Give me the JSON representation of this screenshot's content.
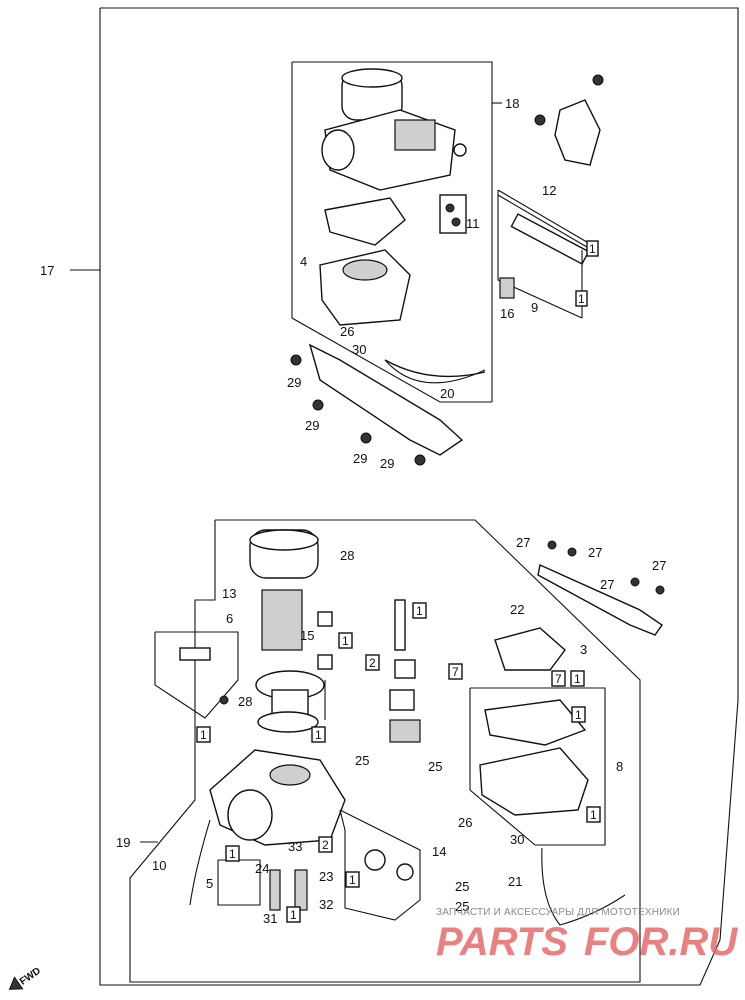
{
  "diagram": {
    "callouts": {
      "c17": "17",
      "c18": "18",
      "c12": "12",
      "c11": "11",
      "c4": "4",
      "c9": "9",
      "c16": "16",
      "c26a": "26",
      "c30a": "30",
      "c20": "20",
      "c29a": "29",
      "c29b": "29",
      "c29c": "29",
      "c29d": "29",
      "c28a": "28",
      "c13": "13",
      "c6": "6",
      "c15": "15",
      "c28b": "28",
      "c27a": "27",
      "c27b": "27",
      "c27c": "27",
      "c27d": "27",
      "c22": "22",
      "c3": "3",
      "c25a": "25",
      "c25b": "25",
      "c8": "8",
      "c26b": "26",
      "c30b": "30",
      "c19": "19",
      "c10": "10",
      "c5": "5",
      "c24": "24",
      "c33": "33",
      "c23": "23",
      "c31": "31",
      "c32": "32",
      "c14": "14",
      "c25c": "25",
      "c25d": "25",
      "c21": "21"
    },
    "boxes": {
      "b1a": "1",
      "b1b": "1",
      "b1c": "1",
      "b2a": "2",
      "b7a": "7",
      "b1d": "1",
      "b1e": "1",
      "b7b": "7",
      "b1f": "1",
      "b1g": "1",
      "b1h": "1",
      "b1i": "1",
      "b1j": "1",
      "b2b": "2",
      "b1k": "1",
      "b1l": "1"
    },
    "forward_label": "FWD"
  },
  "watermark": {
    "caption": "ЗАПЧАСТИ И АКСЕССУАРЫ ДЛЯ МОТОТЕХНИКИ",
    "brand_a": "PARTS",
    "brand_b": "FOR.RU",
    "brand_color": "#e86a6a"
  }
}
